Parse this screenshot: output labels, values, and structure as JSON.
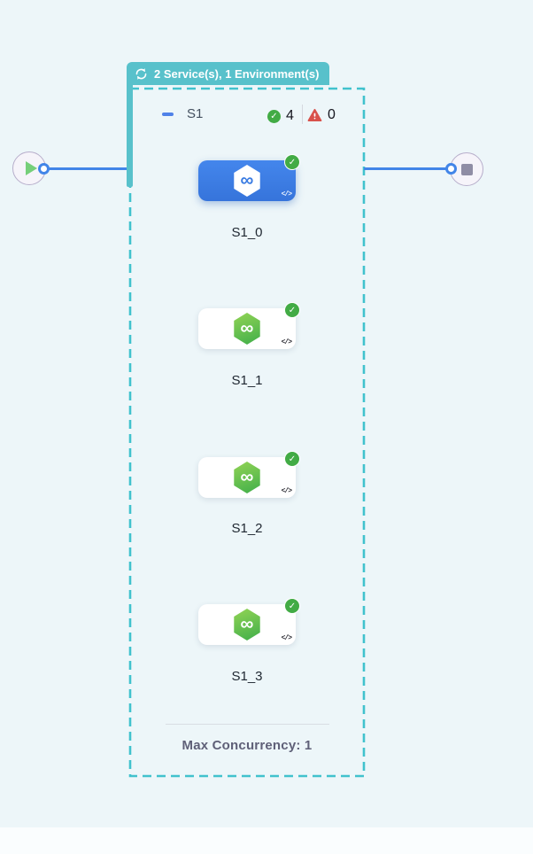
{
  "header_badge": {
    "label": "2 Service(s), 1 Environment(s)",
    "icon": "loop-icon"
  },
  "stage": {
    "name": "S1",
    "success_count": "4",
    "error_count": "0",
    "footer": {
      "max_concurrency": "Max Concurrency: 1"
    }
  },
  "nodes": [
    {
      "label": "S1_0",
      "status": "success",
      "selected": true,
      "code_glyph": "</>"
    },
    {
      "label": "S1_1",
      "status": "success",
      "selected": false,
      "code_glyph": "</>"
    },
    {
      "label": "S1_2",
      "status": "success",
      "selected": false,
      "code_glyph": "</>"
    },
    {
      "label": "S1_3",
      "status": "success",
      "selected": false,
      "code_glyph": "</>"
    }
  ],
  "icons": {
    "infinity_glyph": "∞",
    "check_glyph": "✓"
  },
  "colors": {
    "canvas_background": "#edf6f9",
    "badge_teal": "#58c1cb",
    "dashed_border_teal": "#41c2cd",
    "connector_blue": "#4285e8",
    "selected_node_blue": "#3b7ce2",
    "success_green": "#42ab45",
    "hexagon_green_start": "#93d455",
    "hexagon_green_end": "#3fae4a",
    "error_red": "#d8524c",
    "play_green": "#76cf7a",
    "stop_gray": "#8f8da5"
  }
}
